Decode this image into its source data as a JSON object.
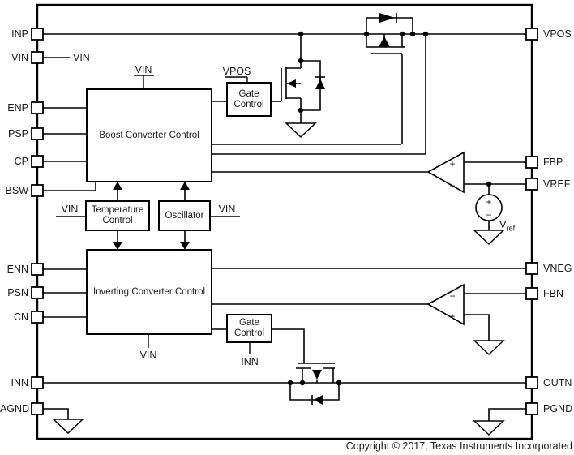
{
  "colors": {
    "wire": "#000000",
    "text": "#1a1a1a",
    "background": "#ffffff"
  },
  "pins": {
    "left": [
      "INP",
      "VIN",
      "ENP",
      "PSP",
      "CP",
      "BSW",
      "ENN",
      "PSN",
      "CN",
      "INN",
      "AGND"
    ],
    "right": [
      "VPOS",
      "FBP",
      "VREF",
      "VNEG",
      "FBN",
      "OUTN",
      "PGND"
    ]
  },
  "blocks": {
    "boost": "Boost Converter Control",
    "inverting": "Inverting Converter Control",
    "temperature": "Temperature Control",
    "oscillator": "Oscillator",
    "gate_control_top": "Gate Control",
    "gate_control_bottom": "Gate Control"
  },
  "net_labels": {
    "vin": "VIN",
    "vpos": "VPOS",
    "inn": "INN",
    "vref_base": "V",
    "vref_sub": "ref"
  },
  "symbols": {
    "plus": "+",
    "minus": "−"
  },
  "footer": {
    "copyright": "Copyright © 2017, Texas Instruments Incorporated"
  }
}
